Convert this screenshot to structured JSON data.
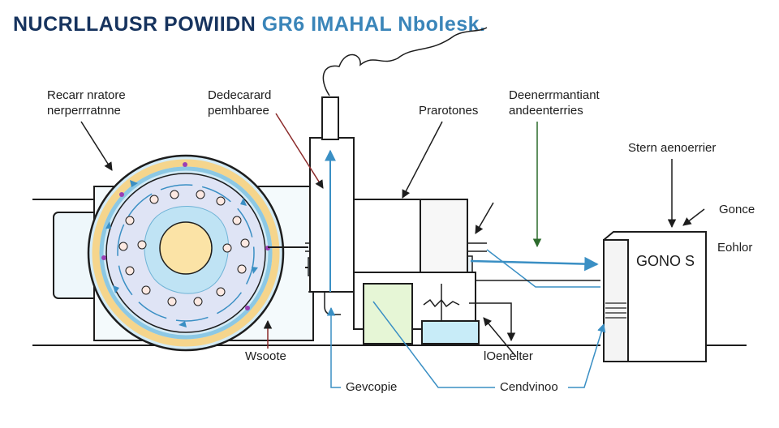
{
  "title": {
    "part1": "NUCRLLAUSR POWIIDN",
    "part2": "GR6 IMAHAL",
    "part3": "Nbolesk."
  },
  "labels": {
    "reactor_line1": "Recarr nratore",
    "reactor_line2": "nerperrratnne",
    "dedicated_line1": "Dedecarard",
    "dedicated_line2": "pemhbaree",
    "prarotones": "Prarotones",
    "determined_line1": "Deenerrmantiant",
    "determined_line2": "andeenterries",
    "steam": "Stern aenoerrier",
    "gonce": "Gonce",
    "eohlor": "Eohlor",
    "box": "GONO S",
    "wsoote": "Wsoote",
    "generator": "lOenelter",
    "gevcopie": "Gevcopie",
    "condvinoo": "Cendvinoo"
  },
  "colors": {
    "title_dark": "#16335e",
    "title_light": "#3a85b9",
    "line": "#1d1d1d",
    "steam_blue": "#3a8fc4",
    "flow_light": "#c8ecf8",
    "core": "#fbe3a6",
    "coolant": "#bfe3f4",
    "ring_yellow": "#f5d58c",
    "condenser_green": "#e6f6d6"
  }
}
